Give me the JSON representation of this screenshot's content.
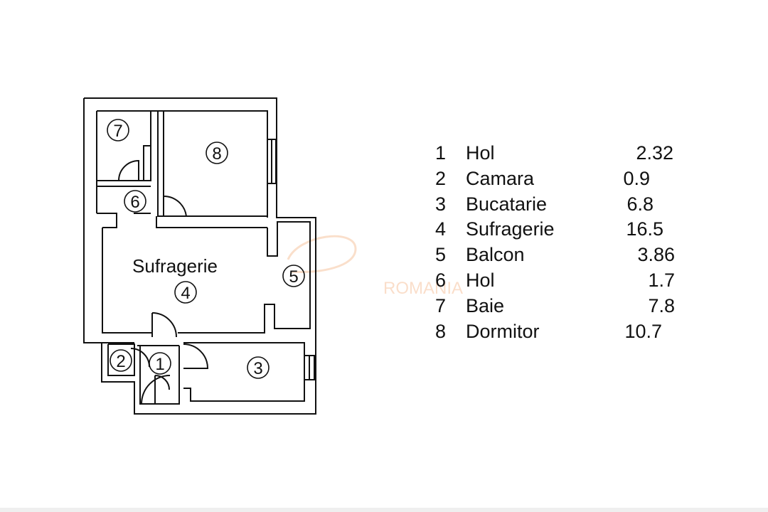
{
  "plan": {
    "room_label": "Sufragerie",
    "markers": [
      "1",
      "2",
      "3",
      "4",
      "5",
      "6",
      "7",
      "8"
    ],
    "watermark": "ROMANIA"
  },
  "legend": [
    {
      "num": "1",
      "name": "Hol",
      "area": "2.32"
    },
    {
      "num": "2",
      "name": "Camara",
      "area": "0.9"
    },
    {
      "num": "3",
      "name": "Bucatarie",
      "area": "6.8"
    },
    {
      "num": "4",
      "name": "Sufragerie",
      "area": "16.5"
    },
    {
      "num": "5",
      "name": "Balcon",
      "area": "3.86"
    },
    {
      "num": "6",
      "name": "Hol",
      "area": "1.7"
    },
    {
      "num": "7",
      "name": "Baie",
      "area": "7.8"
    },
    {
      "num": "8",
      "name": "Dormitor",
      "area": "10.7"
    }
  ]
}
